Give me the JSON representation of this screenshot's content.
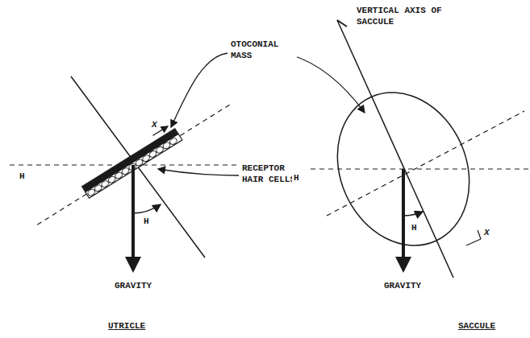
{
  "diagram": {
    "labels": [
      "VERTICAL AXIS OF SACCULE",
      "OTOCONIAL MASS",
      "RECEPTOR HAIR CELLS",
      "H",
      "H",
      "H",
      "H",
      "GRAVITY",
      "GRAVITY",
      "UTRICLE",
      "SACCULE",
      "X",
      "X"
    ]
  }
}
